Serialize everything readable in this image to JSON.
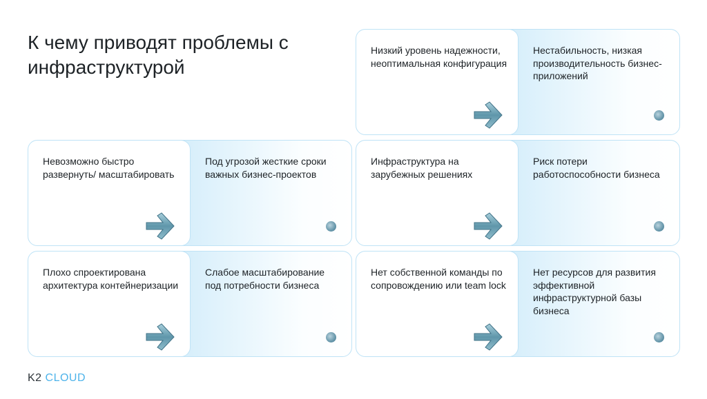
{
  "title": "К чему приводят проблемы с инфраструктурой",
  "cards": [
    {
      "problem": "Низкий уровень надежности, неоптимальная конфигурация",
      "consequence": "Нестабильность, низкая производительность бизнес-приложений"
    },
    {
      "problem": "Невозможно быстро развернуть/ масштабировать",
      "consequence": "Под угрозой жесткие сроки важных бизнес-проектов"
    },
    {
      "problem": "Инфраструктура на зарубежных решениях",
      "consequence": "Риск потери работоспособности бизнеса"
    },
    {
      "problem": "Плохо спроектирована архитектура контейнеризации",
      "consequence": "Слабое масштабирование под потребности бизнеса"
    },
    {
      "problem": "Нет собственной команды по сопровождению или team lock",
      "consequence": "Нет ресурсов для развития эффективной инфраструктурной базы бизнеса"
    }
  ],
  "logo": {
    "k2": "K2",
    "cloud": "CLOUD"
  },
  "colors": {
    "accent": "#4db3ea",
    "border": "#bfe3f6"
  }
}
